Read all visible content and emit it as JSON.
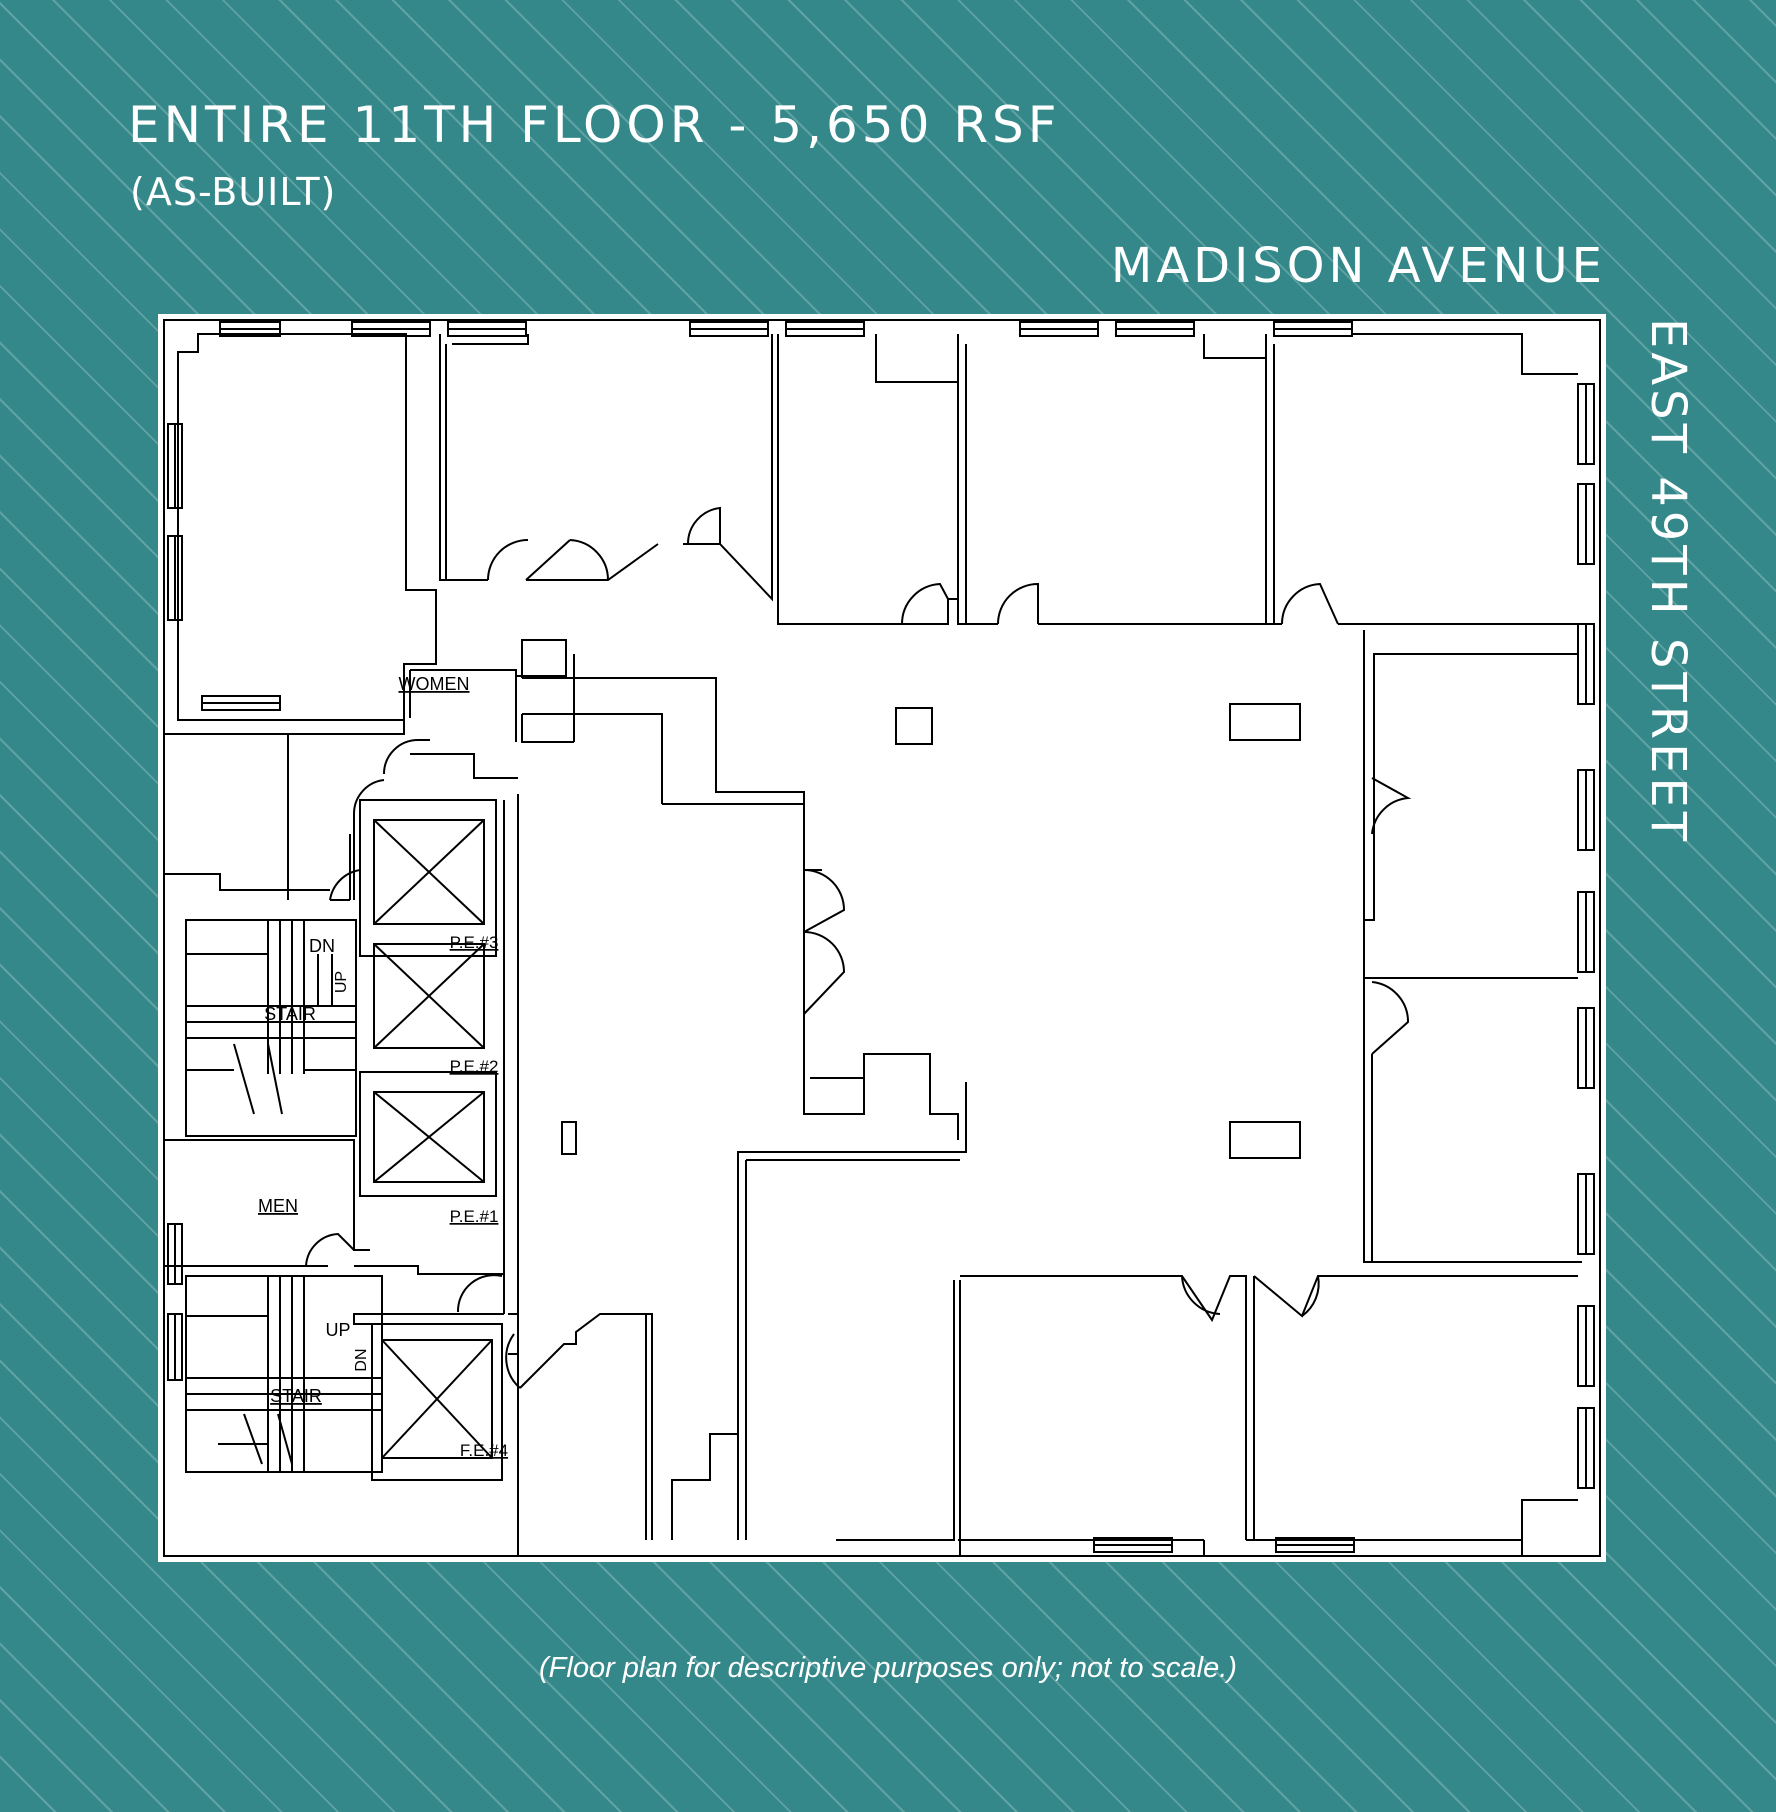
{
  "header": {
    "title": "ENTIRE 11TH FLOOR - 5,650 RSF",
    "subtitle": "(AS-BUILT)"
  },
  "streets": {
    "top": "MADISON AVENUE",
    "side": "EAST 49TH STREET"
  },
  "plan": {
    "rooms": {
      "women": "WOMEN",
      "men": "MEN",
      "stair_upper": "STAIR",
      "stair_lower": "STAIR",
      "stair_upper_dn": "DN",
      "stair_upper_up": "UP",
      "stair_lower_up": "UP",
      "stair_lower_dn": "DN"
    },
    "elevators": {
      "pe3": "P.E.#3",
      "pe2": "P.E.#2",
      "pe1": "P.E.#1",
      "fe4": "F.E.#4"
    }
  },
  "footer": {
    "disclaimer": "(Floor plan for descriptive purposes only; not to scale.)"
  },
  "colors": {
    "background": "#34888a",
    "plan_background": "#ffffff",
    "line": "#000000"
  }
}
